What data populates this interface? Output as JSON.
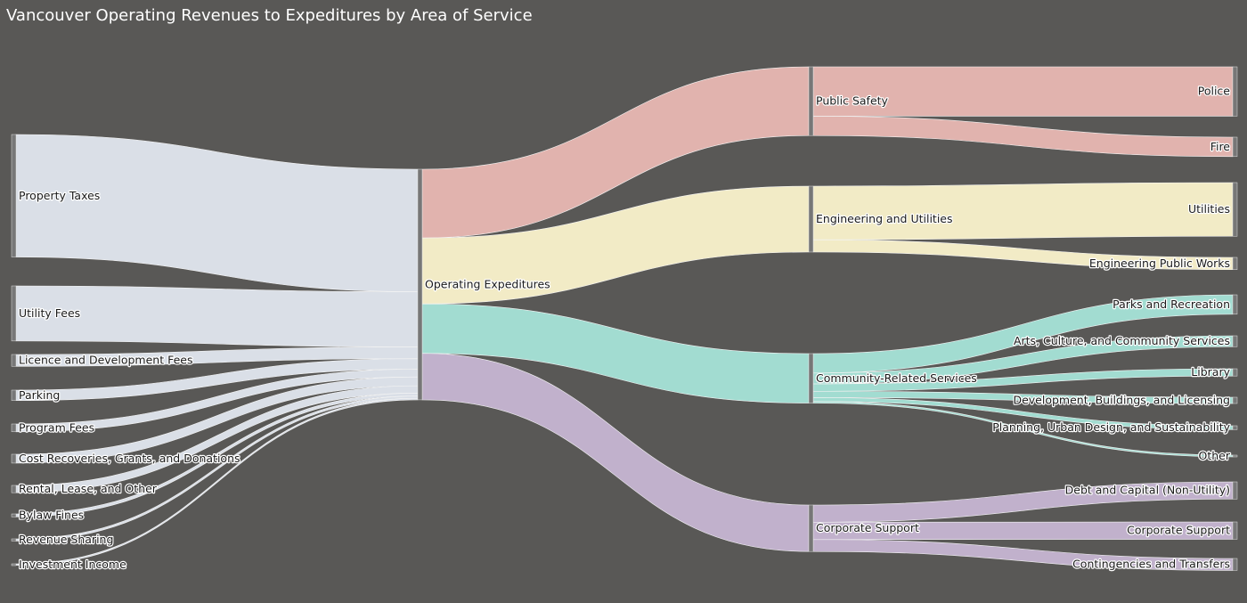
{
  "colors": {
    "background": "#595856",
    "node": "#777777",
    "revenue_link": "#e2e7ef",
    "public_safety": "#e9b8b3",
    "engineering": "#fbf3cc",
    "community": "#a6e4d8",
    "corporate": "#c7b6d3"
  },
  "chart_data": {
    "type": "sankey",
    "title": "Vancouver Operating Revenues to Expeditures by Area of Service",
    "nodes": [
      "Property Taxes",
      "Utility Fees",
      "Licence and Development Fees",
      "Parking",
      "Program Fees",
      "Cost Recoveries, Grants, and Donations",
      "Rental, Lease, and Other",
      "Bylaw Fines",
      "Revenue Sharing",
      "Investment Income",
      "Operating Expeditures",
      "Public Safety",
      "Engineering and Utilities",
      "Community-Related Services",
      "Corporate Support",
      "Police",
      "Fire",
      "Utilities",
      "Engineering Public Works",
      "Parks and Recreation",
      "Arts, Culture, and Community Services",
      "Library",
      "Development, Buildings, and Licensing",
      "Planning, Urban Design, and Sustainability",
      "Other",
      "Debt and Capital (Non-Utility)",
      "Corporate Support",
      "Contingencies and Transfers"
    ],
    "links": [
      {
        "source": "Property Taxes",
        "target": "Operating Expeditures",
        "value": 941
      },
      {
        "source": "Utility Fees",
        "target": "Operating Expeditures",
        "value": 423
      },
      {
        "source": "Licence and Development Fees",
        "target": "Operating Expeditures",
        "value": 91
      },
      {
        "source": "Parking",
        "target": "Operating Expeditures",
        "value": 80
      },
      {
        "source": "Program Fees",
        "target": "Operating Expeditures",
        "value": 60
      },
      {
        "source": "Cost Recoveries, Grants, and Donations",
        "target": "Operating Expeditures",
        "value": 68
      },
      {
        "source": "Rental, Lease, and Other",
        "target": "Operating Expeditures",
        "value": 56
      },
      {
        "source": "Bylaw Fines",
        "target": "Operating Expeditures",
        "value": 23
      },
      {
        "source": "Revenue Sharing",
        "target": "Operating Expeditures",
        "value": 17
      },
      {
        "source": "Investment Income",
        "target": "Operating Expeditures",
        "value": 12
      },
      {
        "source": "Operating Expeditures",
        "target": "Public Safety",
        "value": 528
      },
      {
        "source": "Operating Expeditures",
        "target": "Engineering and Utilities",
        "value": 506
      },
      {
        "source": "Operating Expeditures",
        "target": "Community-Related Services",
        "value": 380
      },
      {
        "source": "Operating Expeditures",
        "target": "Corporate Support",
        "value": 357
      },
      {
        "source": "Public Safety",
        "target": "Police",
        "value": 379
      },
      {
        "source": "Public Safety",
        "target": "Fire",
        "value": 149
      },
      {
        "source": "Engineering and Utilities",
        "target": "Utilities",
        "value": 412
      },
      {
        "source": "Engineering and Utilities",
        "target": "Engineering Public Works",
        "value": 94
      },
      {
        "source": "Community-Related Services",
        "target": "Parks and Recreation",
        "value": 149
      },
      {
        "source": "Community-Related Services",
        "target": "Arts, Culture, and Community Services",
        "value": 84
      },
      {
        "source": "Community-Related Services",
        "target": "Library",
        "value": 56
      },
      {
        "source": "Community-Related Services",
        "target": "Development, Buildings, and Licensing",
        "value": 48
      },
      {
        "source": "Community-Related Services",
        "target": "Planning, Urban Design, and Sustainability",
        "value": 30
      },
      {
        "source": "Community-Related Services",
        "target": "Other",
        "value": 13
      },
      {
        "source": "Corporate Support",
        "target": "Debt and Capital (Non-Utility)",
        "value": 132
      },
      {
        "source": "Corporate Support",
        "target": "Corporate Support",
        "value": 133
      },
      {
        "source": "Corporate Support",
        "target": "Contingencies and Transfers",
        "value": 92
      }
    ]
  }
}
